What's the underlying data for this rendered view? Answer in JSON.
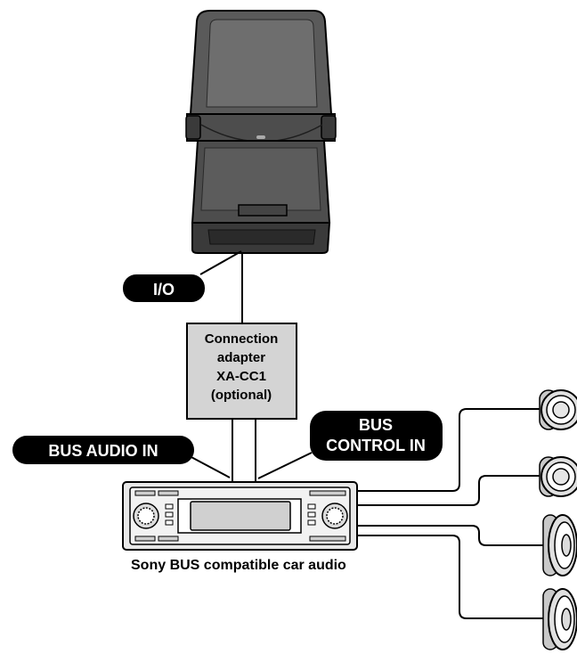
{
  "labels": {
    "io": "I/O",
    "adapter": [
      "Connection",
      "adapter",
      "XA-CC1",
      "(optional)"
    ],
    "bus_audio_in": "BUS AUDIO IN",
    "bus_control_in": [
      "BUS",
      "CONTROL IN"
    ],
    "car_audio": "Sony BUS compatible car audio"
  },
  "colors": {
    "line": "#000000",
    "cradle_dark": "#4d4d4d",
    "cradle_mid": "#6e6e6e",
    "adapter_fill": "#d4d4d4",
    "unit_fill": "#e8e8e8"
  },
  "icons": [
    "phone-cradle-icon",
    "car-audio-unit-icon",
    "tweeter-speaker-icon",
    "woofer-speaker-icon"
  ]
}
